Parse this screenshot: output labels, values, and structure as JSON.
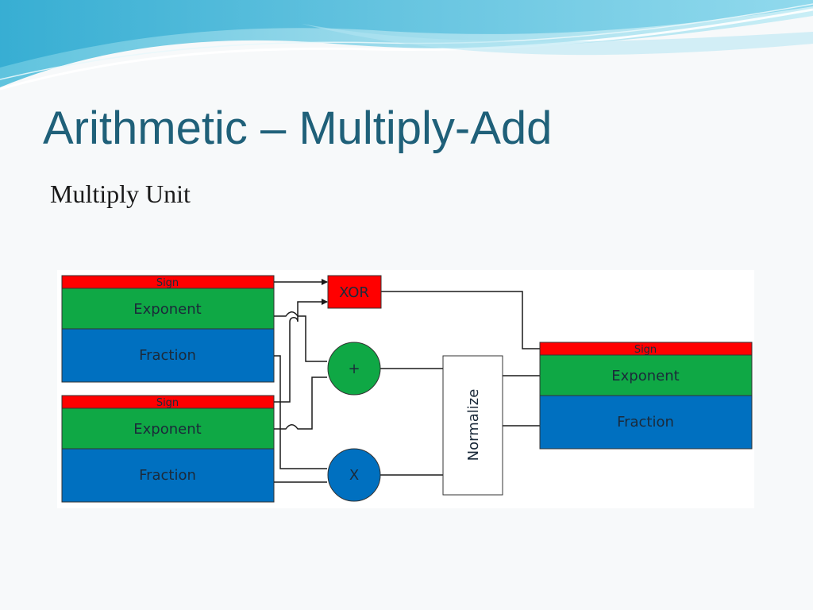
{
  "slide": {
    "title": "Arithmetic – Multiply-Add",
    "subtitle": "Multiply Unit"
  },
  "diagram": {
    "input_a": {
      "sign": "Sign",
      "exponent": "Exponent",
      "fraction": "Fraction"
    },
    "input_b": {
      "sign": "Sign",
      "exponent": "Exponent",
      "fraction": "Fraction"
    },
    "output": {
      "sign": "Sign",
      "exponent": "Exponent",
      "fraction": "Fraction"
    },
    "xor_label": "XOR",
    "adder_label": "+",
    "multiplier_label": "X",
    "normalize_label": "Normalize"
  },
  "colors": {
    "title": "#1f6079",
    "sign": "#ff0000",
    "exponent": "#0fa845",
    "fraction": "#0070c0",
    "normalize_fill": "#ffffff",
    "wire": "#1a1a1a"
  }
}
